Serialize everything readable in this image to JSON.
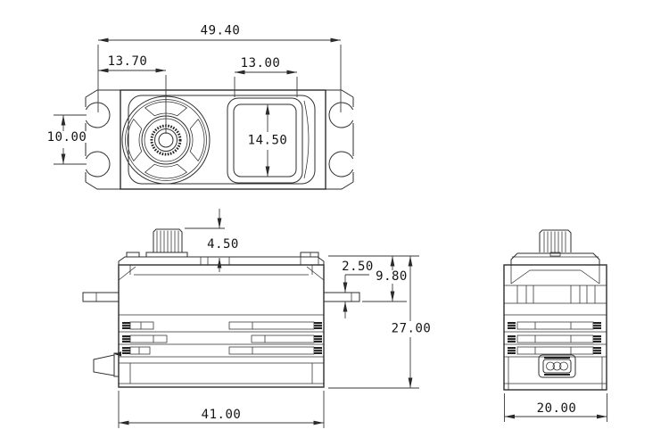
{
  "drawing": {
    "type": "technical-dimension-drawing",
    "subject": "servo-motor-three-view",
    "background": "#ffffff",
    "line_color": "#2e2e2e",
    "dims": {
      "top": {
        "overall_width": "49.40",
        "shaft_center_from_left": "13.70",
        "rear_boss_width": "13.00",
        "mount_hole_pitch": "10.00",
        "rear_boss_depth": "14.50"
      },
      "front": {
        "spline_height": "4.50",
        "tab_thickness": "2.50",
        "top_to_tab": "9.80",
        "body_height": "27.00",
        "case_length": "41.00"
      },
      "side": {
        "case_width": "20.00"
      }
    }
  }
}
